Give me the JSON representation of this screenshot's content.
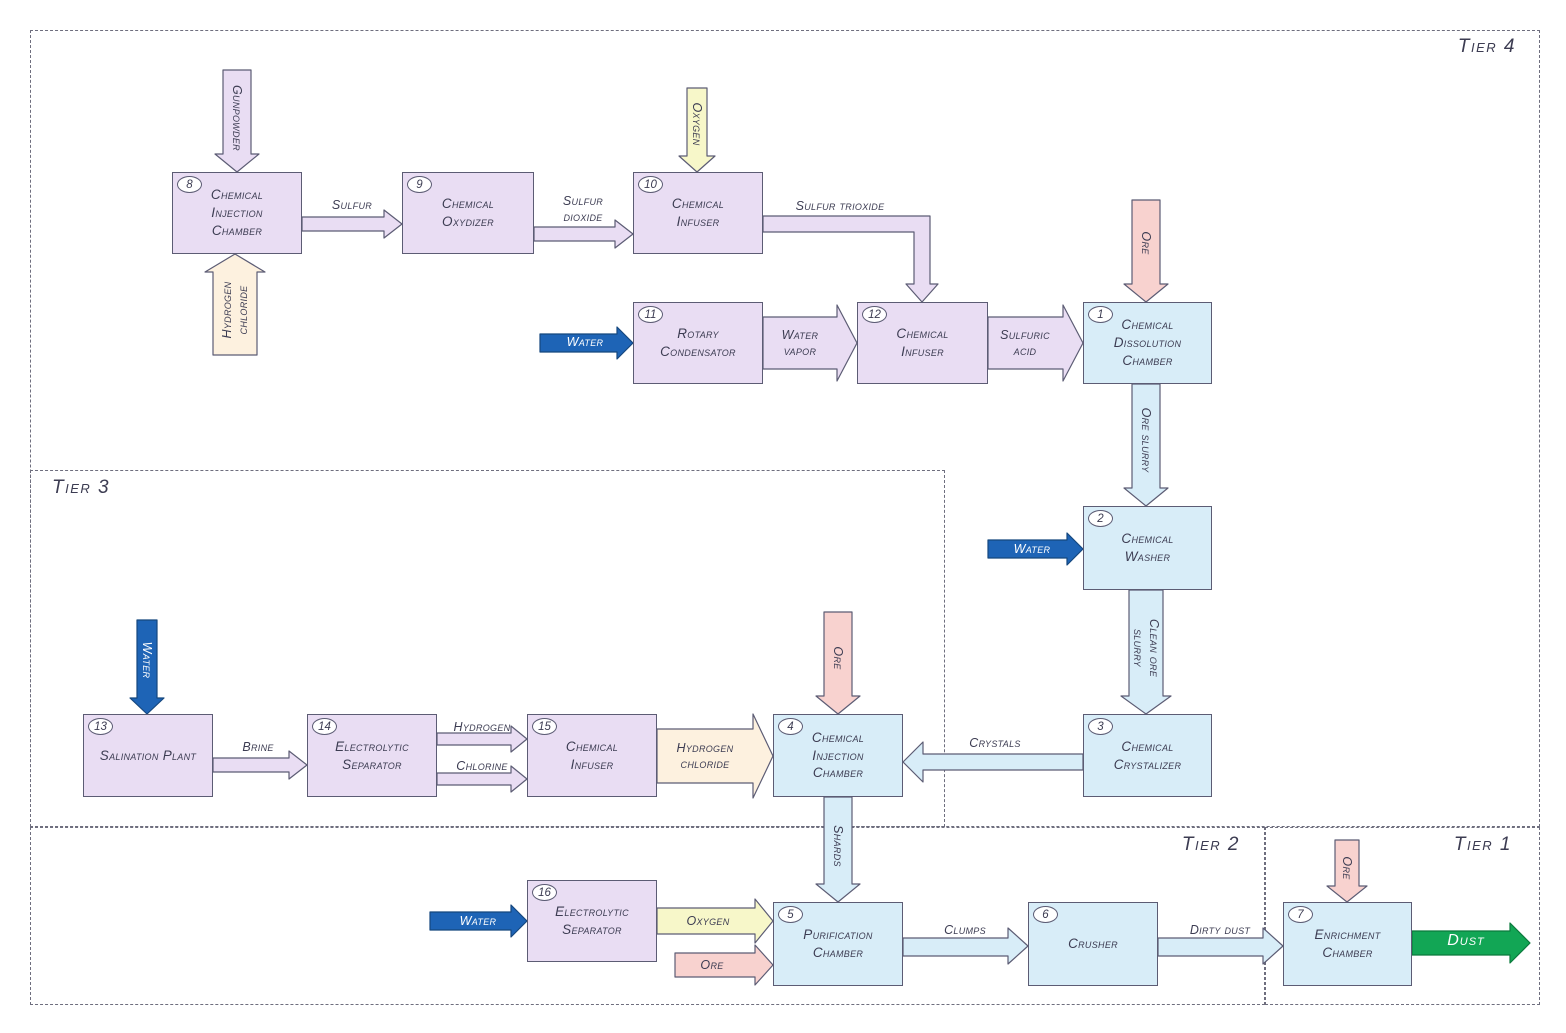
{
  "tiers": [
    {
      "label": "Tier 4"
    },
    {
      "label": "Tier 3"
    },
    {
      "label": "Tier 2"
    },
    {
      "label": "Tier 1"
    }
  ],
  "machines": [
    {
      "num": "8",
      "name": "Chemical Injection Chamber"
    },
    {
      "num": "9",
      "name": "Chemical Oxydizer"
    },
    {
      "num": "10",
      "name": "Chemical Infuser"
    },
    {
      "num": "11",
      "name": "Rotary Condensator"
    },
    {
      "num": "12",
      "name": "Chemical Infuser"
    },
    {
      "num": "1",
      "name": "Chemical Dissolution Chamber"
    },
    {
      "num": "2",
      "name": "Chemical Washer"
    },
    {
      "num": "3",
      "name": "Chemical Crystalizer"
    },
    {
      "num": "4",
      "name": "Chemical Injection Chamber"
    },
    {
      "num": "13",
      "name": "Salination Plant"
    },
    {
      "num": "14",
      "name": "Electrolytic Separator"
    },
    {
      "num": "15",
      "name": "Chemical Infuser"
    },
    {
      "num": "16",
      "name": "Electrolytic Separator"
    },
    {
      "num": "5",
      "name": "Purification Chamber"
    },
    {
      "num": "6",
      "name": "Crusher"
    },
    {
      "num": "7",
      "name": "Enrichment Chamber"
    }
  ],
  "flows": {
    "gunpowder": {
      "label": "Gunpowder",
      "to": "8"
    },
    "hydrogen_chloride_t4": {
      "label": "Hydrogen chloride",
      "to": "8"
    },
    "sulfur": {
      "label": "Sulfur",
      "from": "8",
      "to": "9"
    },
    "oxygen_t4": {
      "label": "Oxygen",
      "to": "10"
    },
    "sulfur_dioxide": {
      "label": "Sulfur dioxide",
      "from": "9",
      "to": "10"
    },
    "sulfur_trioxide": {
      "label": "Sulfur trioxide",
      "from": "10",
      "to": "12"
    },
    "water_rotary": {
      "label": "Water",
      "to": "11"
    },
    "water_vapor": {
      "label": "Water vapor",
      "from": "11",
      "to": "12"
    },
    "sulfuric_acid": {
      "label": "Sulfuric acid",
      "from": "12",
      "to": "1"
    },
    "ore_dissolution": {
      "label": "Ore",
      "to": "1"
    },
    "ore_slurry": {
      "label": "Ore slurry",
      "from": "1",
      "to": "2"
    },
    "water_washer": {
      "label": "Water",
      "to": "2"
    },
    "clean_ore_slurry": {
      "label": "Clean ore slurry",
      "from": "2",
      "to": "3"
    },
    "crystals": {
      "label": "Crystals",
      "from": "3",
      "to": "4"
    },
    "water_salination": {
      "label": "Water",
      "to": "13"
    },
    "brine": {
      "label": "Brine",
      "from": "13",
      "to": "14"
    },
    "hydrogen": {
      "label": "Hydrogen",
      "from": "14",
      "to": "15"
    },
    "chlorine": {
      "label": "Chlorine",
      "from": "14",
      "to": "15"
    },
    "hydrogen_chloride_t3": {
      "label": "Hydrogen chloride",
      "from": "15",
      "to": "4"
    },
    "ore_injection": {
      "label": "Ore",
      "to": "4"
    },
    "shards": {
      "label": "Shards",
      "from": "4",
      "to": "5"
    },
    "water_separator": {
      "label": "Water",
      "to": "16"
    },
    "oxygen_t2": {
      "label": "Oxygen",
      "from": "16",
      "to": "5"
    },
    "ore_purification": {
      "label": "Ore",
      "to": "5"
    },
    "clumps": {
      "label": "Clumps",
      "from": "5",
      "to": "6"
    },
    "dirty_dust": {
      "label": "Dirty dust",
      "from": "6",
      "to": "7"
    },
    "ore_enrichment": {
      "label": "Ore",
      "to": "7"
    },
    "dust": {
      "label": "Dust",
      "from": "7"
    }
  },
  "colors": {
    "machine_purple": "#e9ddf3",
    "machine_blue": "#d8edf8",
    "arrow_gas": "#e9ddf3",
    "arrow_ore": "#f8d2cf",
    "arrow_oxygen": "#f7f7c9",
    "arrow_hcl": "#fdf1df",
    "arrow_slurry": "#d8edf8",
    "arrow_water": "#1e64b6",
    "arrow_dust": "#12a655"
  }
}
